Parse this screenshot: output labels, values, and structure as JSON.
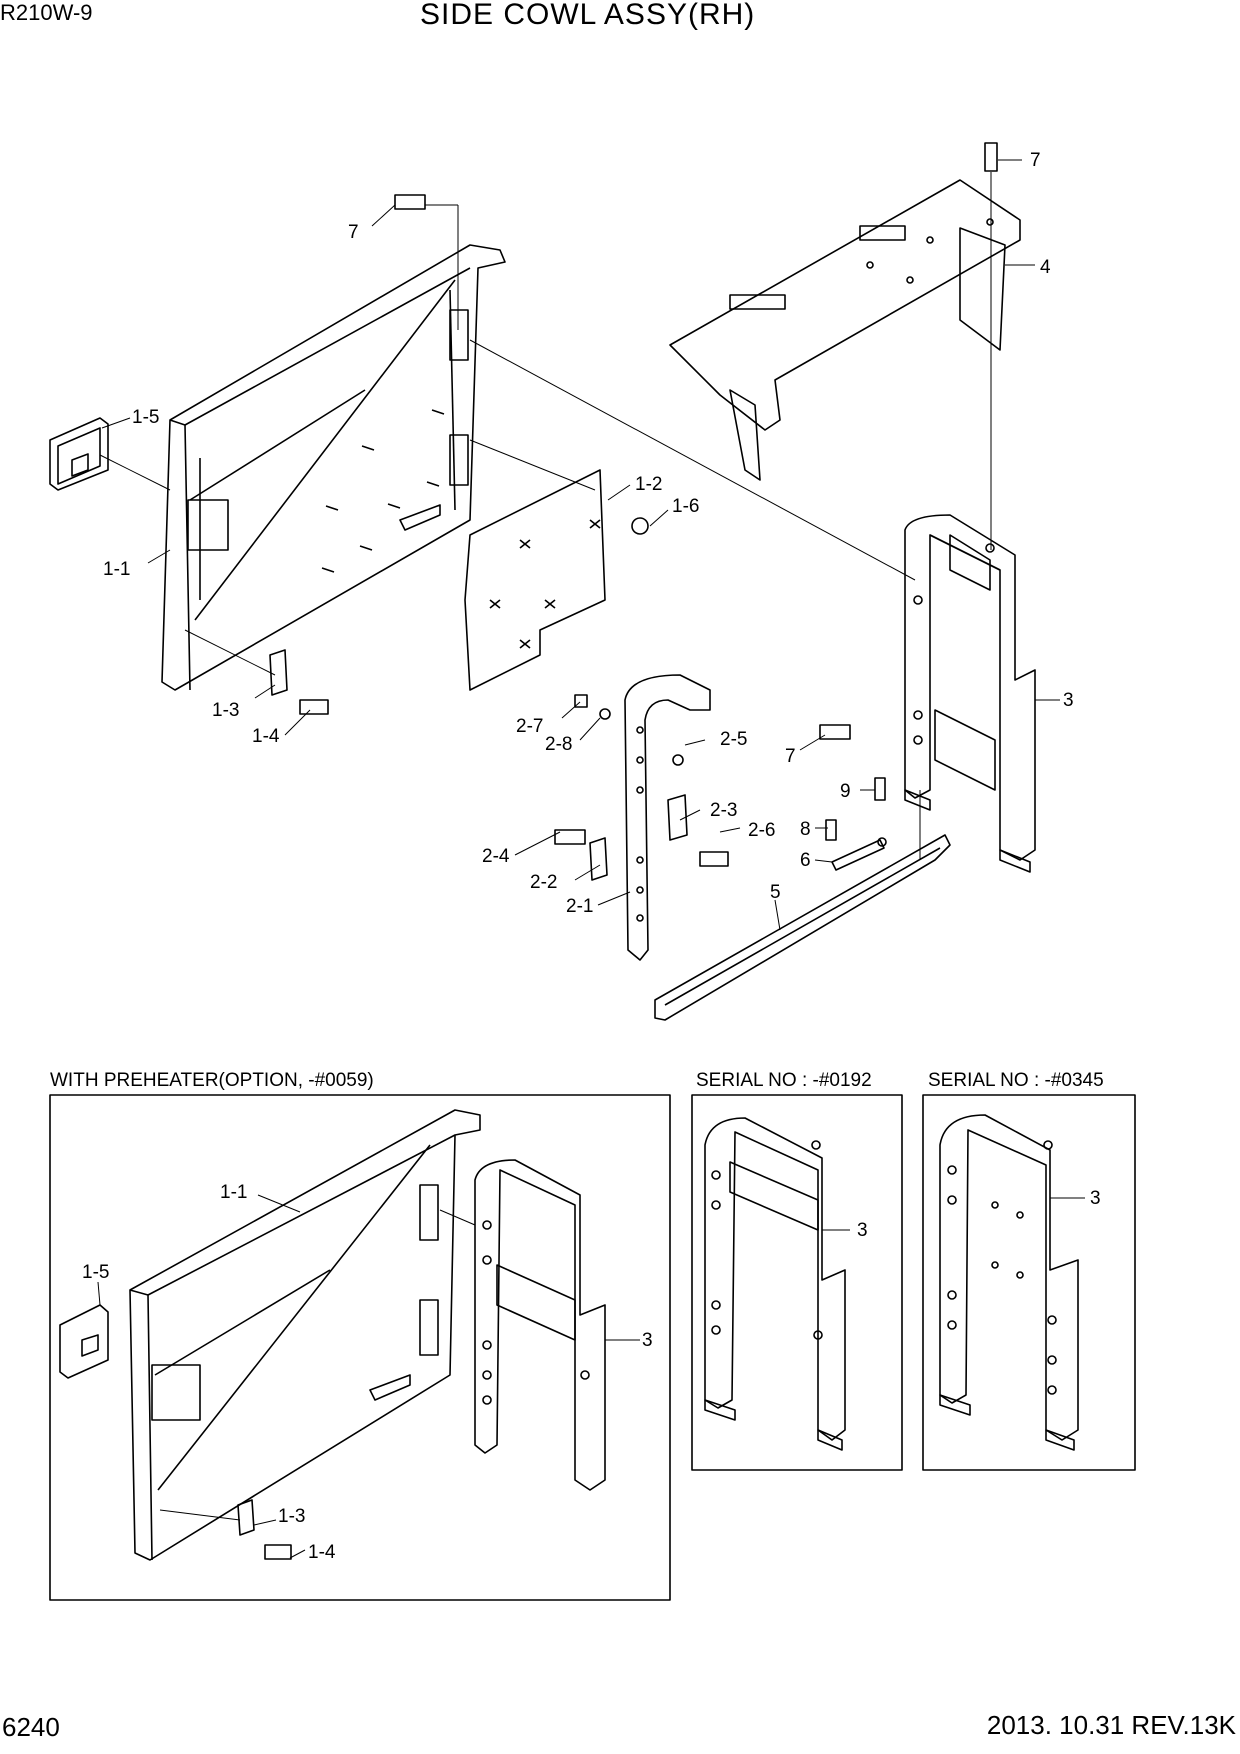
{
  "header": {
    "model": "R210W-9",
    "title": "SIDE COWL ASSY(RH)"
  },
  "footer": {
    "page": "6240",
    "revision": "2013. 10.31  REV.13K"
  },
  "boxes": {
    "preheater": "WITH PREHEATER(OPTION, -#0059)",
    "serial1": "SERIAL NO : -#0192",
    "serial2": "SERIAL NO : -#0345"
  },
  "callouts": {
    "c7a": "7",
    "c7b": "7",
    "c7c": "7",
    "c4": "4",
    "c3": "3",
    "c1_5": "1-5",
    "c1_1": "1-1",
    "c1_2": "1-2",
    "c1_6": "1-6",
    "c1_3": "1-3",
    "c1_4": "1-4",
    "c2_7": "2-7",
    "c2_8": "2-8",
    "c2_5": "2-5",
    "c2_3": "2-3",
    "c2_6": "2-6",
    "c2_4": "2-4",
    "c2_2": "2-2",
    "c2_1": "2-1",
    "c9": "9",
    "c8": "8",
    "c6": "6",
    "c5": "5",
    "b1_1": "1-1",
    "b1_5": "1-5",
    "b3": "3",
    "b1_3": "1-3",
    "b1_4": "1-4",
    "s1_3": "3",
    "s2_3": "3"
  }
}
